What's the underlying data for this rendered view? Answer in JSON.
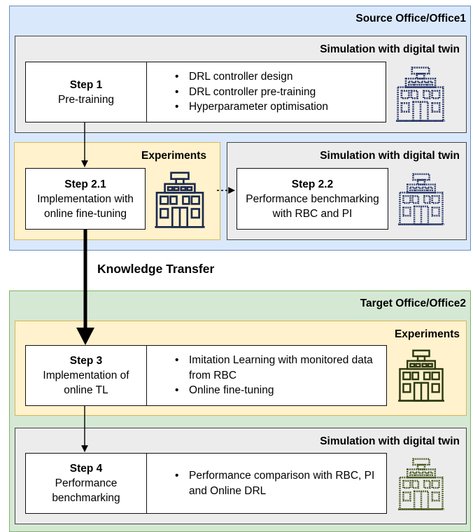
{
  "source_region": {
    "title": "Source Office/Office1"
  },
  "sim1": {
    "title": "Simulation with digital twin"
  },
  "step1": {
    "step": "Step 1",
    "name": "Pre-training",
    "bullets": [
      "DRL controller design",
      "DRL controller pre-training",
      "Hyperparameter optimisation"
    ]
  },
  "exp1": {
    "title": "Experiments"
  },
  "step21": {
    "step": "Step 2.1",
    "line1": "Implementation with",
    "line2": "online fine-tuning"
  },
  "sim2": {
    "title": "Simulation with digital twin"
  },
  "step22": {
    "step": "Step 2.2",
    "line1": "Performance benchmarking",
    "line2": "with RBC and PI"
  },
  "transfer": {
    "label": "Knowledge Transfer"
  },
  "target_region": {
    "title": "Target Office/Office2"
  },
  "exp2": {
    "title": "Experiments"
  },
  "step3": {
    "step": "Step 3",
    "line1": "Implementation of",
    "line2": "online TL",
    "bullets": [
      "Imitation Learning with monitored data from RBC",
      "Online fine-tuning"
    ]
  },
  "sim3": {
    "title": "Simulation with digital twin"
  },
  "step4": {
    "step": "Step 4",
    "line1": "Performance",
    "line2": "benchmarking",
    "bullets": [
      "Performance comparison with RBC, PI and Online DRL"
    ]
  },
  "icons": [
    "building-dashed-icon",
    "building-solid-icon"
  ],
  "colors": {
    "source_region": "#dae8fc",
    "target_region": "#d5e8d4",
    "simulation_panel": "#ececec",
    "experiments_panel": "#fff2cc",
    "building_navy": "#1c2a4d",
    "building_olive": "#2e3a14",
    "building_dashed_blue": "#2b3a6b",
    "building_dashed_green": "#4a5a22"
  }
}
